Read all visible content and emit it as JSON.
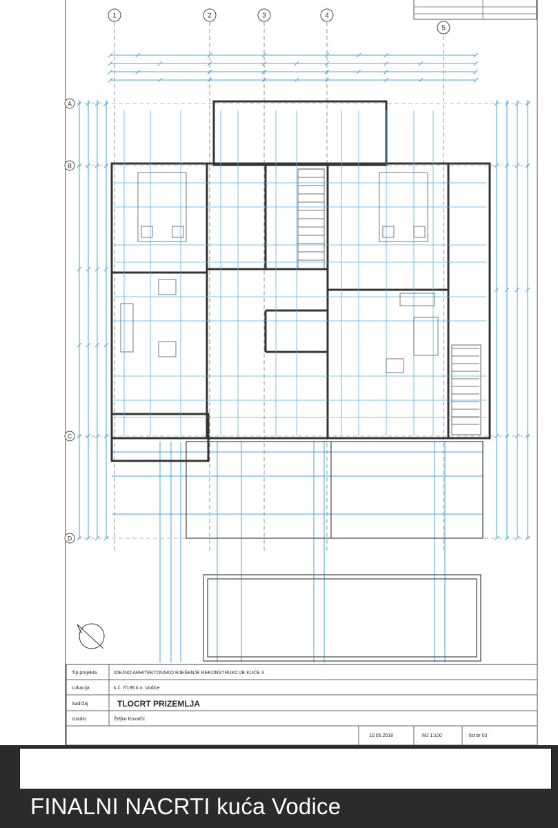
{
  "drawing": {
    "grid_axes": [
      "1",
      "2",
      "3",
      "4",
      "5"
    ],
    "row_axes": [
      "A",
      "B",
      "C",
      "D"
    ],
    "title_block": {
      "rows": [
        {
          "label": "Tip projekta",
          "value": "IDEJNO ARHITEKTONSKO RJEŠENJE REKONSTRUKCIJE KUĆE 3"
        },
        {
          "label": "Lokacija",
          "value": "k.č. 7/196 k.o. Vodice"
        },
        {
          "label": "Sadržaj",
          "value": "TLOCRT PRIZEMLJA"
        },
        {
          "label": "Izradio",
          "value": "Željko Kovačić"
        }
      ],
      "date": "10.05.2018",
      "scale": "MJ 1:100",
      "sheet": "list br 03"
    }
  },
  "caption": "FINALNI NACRTI kuća Vodice"
}
